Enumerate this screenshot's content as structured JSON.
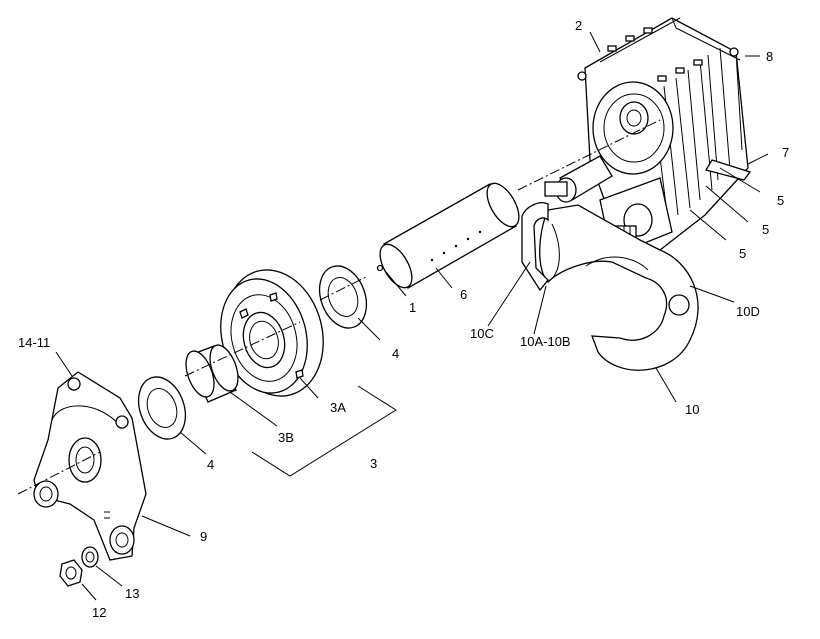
{
  "callouts": {
    "c1": "1",
    "c2": "2",
    "c3": "3",
    "c3a": "3A",
    "c3b": "3B",
    "c4a": "4",
    "c4b": "4",
    "c5a": "5",
    "c5b": "5",
    "c5c": "5",
    "c6": "6",
    "c7": "7",
    "c8": "8",
    "c9": "9",
    "c10": "10",
    "c10a10b": "10A-10B",
    "c10c": "10C",
    "c10d": "10D",
    "c1411": "14-11",
    "c12": "12",
    "c13": "13"
  }
}
